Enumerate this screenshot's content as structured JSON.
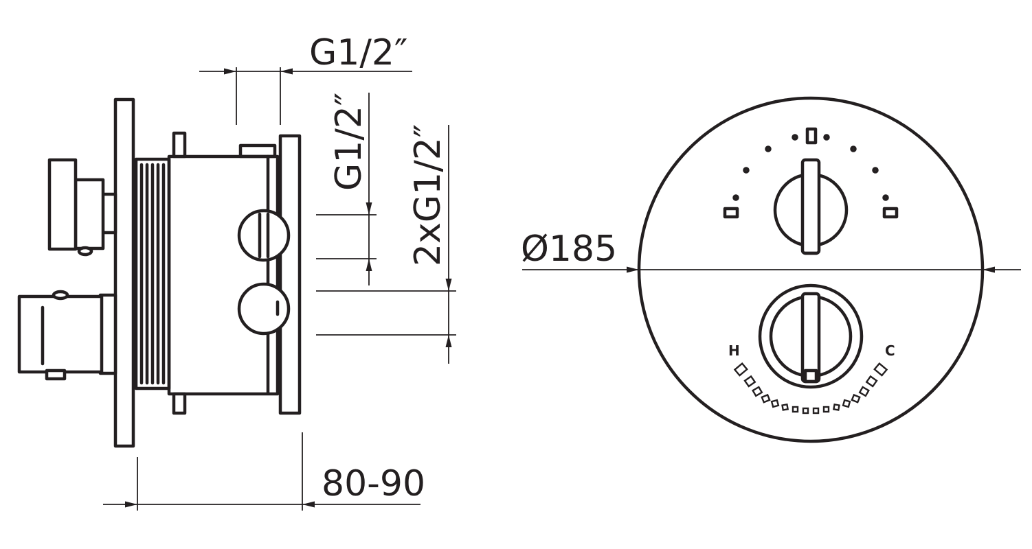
{
  "dimensions": {
    "top_inlet": "G1/2″",
    "side_inlet": "G1/2″",
    "outlets": "2xG1/2″",
    "depth": "80-90",
    "diameter": "Ø185"
  },
  "mixer_labels": {
    "hot": "H",
    "cold": "C"
  },
  "colors": {
    "line": "#231f20",
    "background": "#ffffff"
  }
}
